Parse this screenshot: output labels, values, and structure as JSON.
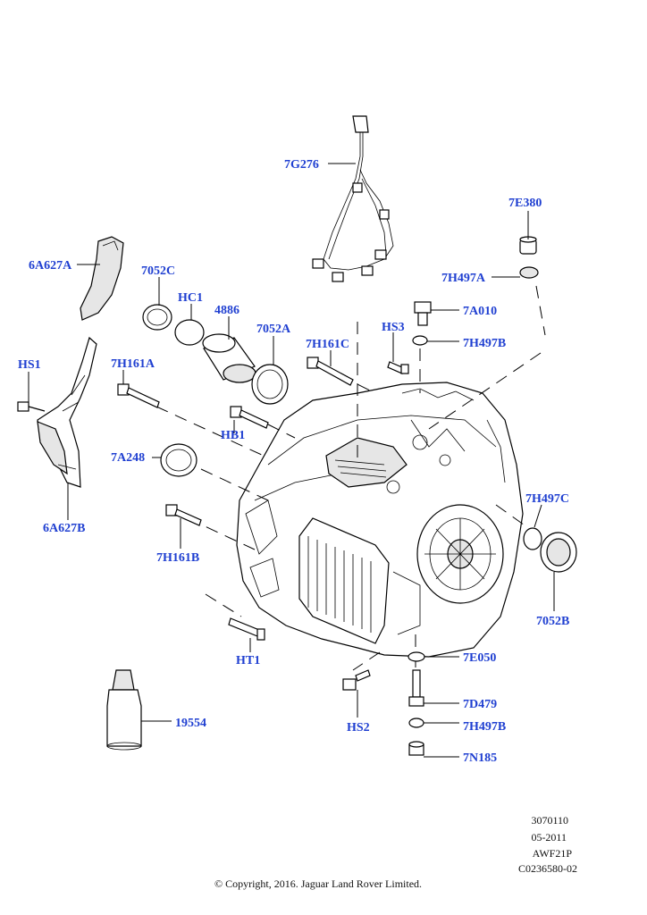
{
  "callouts": {
    "7G276": "7G276",
    "7E380": "7E380",
    "6A627A": "6A627A",
    "7052C": "7052C",
    "HC1": "HC1",
    "4886": "4886",
    "7052A": "7052A",
    "7H161C": "7H161C",
    "HS3": "HS3",
    "7A010": "7A010",
    "7H497A": "7H497A",
    "7H497B_top": "7H497B",
    "HS1": "HS1",
    "7H161A": "7H161A",
    "HB1": "HB1",
    "7A248": "7A248",
    "6A627B": "6A627B",
    "7H161B": "7H161B",
    "7H497C": "7H497C",
    "7052B": "7052B",
    "HT1": "HT1",
    "7E050": "7E050",
    "7D479": "7D479",
    "7H497B_bottom": "7H497B",
    "7N185": "7N185",
    "HS2": "HS2",
    "19554": "19554"
  },
  "meta": {
    "line1": "3070110",
    "line2": "05-2011",
    "line3": "AWF21P",
    "line4": "C0236580-02"
  },
  "copyright": "© Copyright, 2016. Jaguar Land Rover Limited.",
  "colors": {
    "callout": "#1f3fd1",
    "line": "#000000",
    "fill": "#ffffff"
  }
}
